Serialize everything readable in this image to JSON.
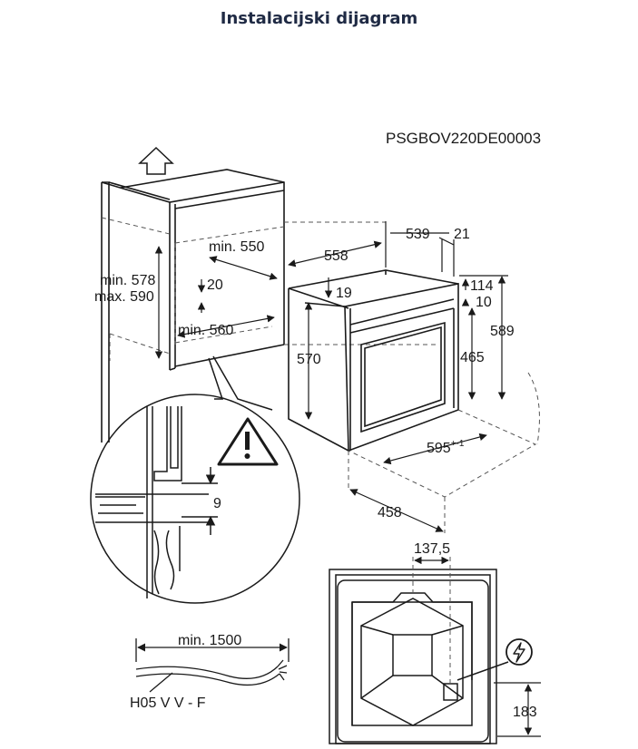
{
  "page_title": "Instalacijski dijagram",
  "diagram_code": "PSGBOV220DE00003",
  "niche": {
    "height_min": "min. 578",
    "height_max": "max. 590",
    "depth_min": "min. 550",
    "gap_20": "20",
    "width_min": "min. 560"
  },
  "oven": {
    "d558": "558",
    "d539": "539",
    "d21": "21",
    "d114": "114",
    "d19": "19",
    "d10": "10",
    "d589": "589",
    "d570": "570",
    "d465": "465",
    "d595": "595",
    "d595_sup": "+-1",
    "d458": "458"
  },
  "detail": {
    "d9": "9"
  },
  "cable": {
    "length": "min. 1500",
    "type": "H05 V V - F"
  },
  "back": {
    "d137": "137,5",
    "d183": "183"
  },
  "icons": [
    "arrow-up-icon",
    "warning-icon",
    "electric-icon"
  ]
}
